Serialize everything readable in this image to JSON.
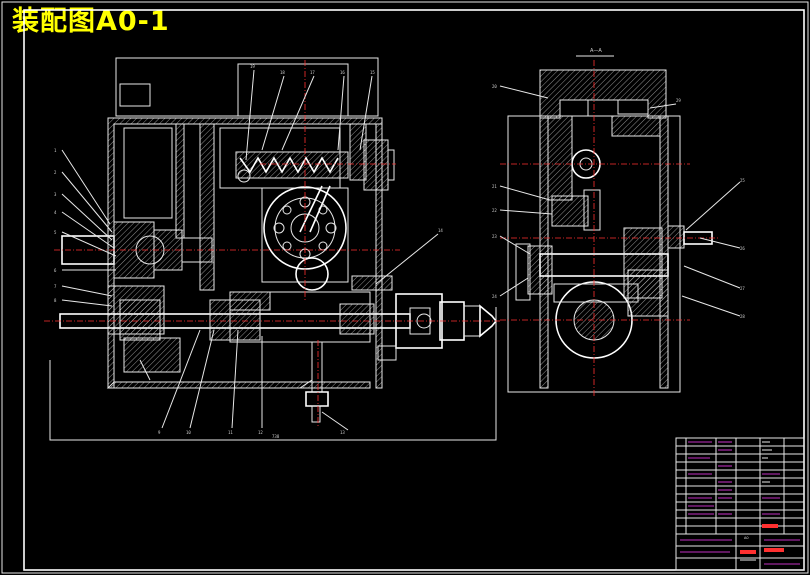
{
  "title": "装配图A0-1",
  "views": {
    "front": {
      "dimension_label": "738"
    },
    "side": {
      "section_label": "A—A"
    }
  },
  "title_block": {
    "scale": "A0"
  },
  "colors": {
    "background": "#000000",
    "title": "#ffff00",
    "lines": "#e8e8e8",
    "centerlines": "#ff3030",
    "title_block_text": "#ff40ff"
  }
}
